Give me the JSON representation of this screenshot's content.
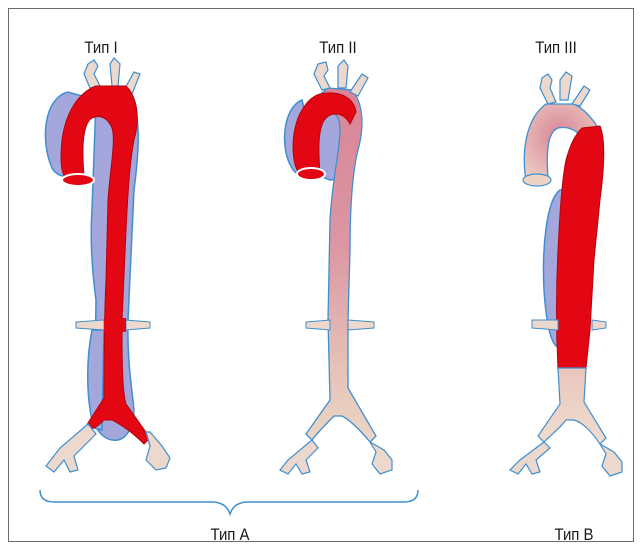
{
  "labels": {
    "type_1": "Тип I",
    "type_2": "Тип II",
    "type_3": "Тип III",
    "type_a": "Тип A",
    "type_b": "Тип B"
  },
  "colors": {
    "dissection_red": "#e30613",
    "false_lumen_blue": "#9b9fd6",
    "vessel_pink": "#d68a9a",
    "vessel_beige": "#e8cdbb",
    "outline_blue": "#3f8fd0"
  }
}
